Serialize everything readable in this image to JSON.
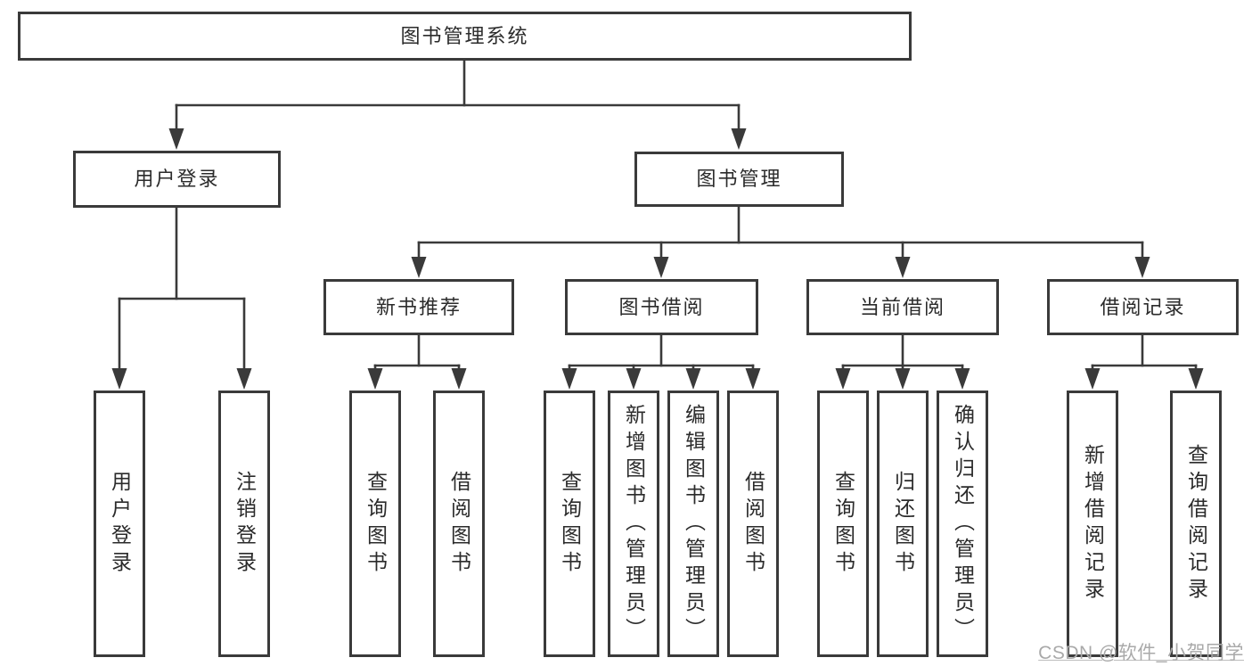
{
  "diagram": {
    "title": "图书管理系统",
    "type": "hierarchy-tree"
  },
  "nodes": [
    {
      "id": "root",
      "label": "图书管理系统",
      "parent": null
    },
    {
      "id": "user-login",
      "label": "用户登录",
      "parent": "root"
    },
    {
      "id": "book-mgmt",
      "label": "图书管理",
      "parent": "root"
    },
    {
      "id": "new-book-rec",
      "label": "新书推荐",
      "parent": "book-mgmt"
    },
    {
      "id": "book-borrow",
      "label": "图书借阅",
      "parent": "book-mgmt"
    },
    {
      "id": "current-borrow",
      "label": "当前借阅",
      "parent": "book-mgmt"
    },
    {
      "id": "borrow-records",
      "label": "借阅记录",
      "parent": "book-mgmt"
    },
    {
      "id": "leaf-user-login",
      "label": "用户登录",
      "parent": "user-login"
    },
    {
      "id": "leaf-logout",
      "label": "注销登录",
      "parent": "user-login"
    },
    {
      "id": "nbr-query",
      "label": "查询图书",
      "parent": "new-book-rec"
    },
    {
      "id": "nbr-borrow",
      "label": "借阅图书",
      "parent": "new-book-rec"
    },
    {
      "id": "bb-query",
      "label": "查询图书",
      "parent": "book-borrow"
    },
    {
      "id": "bb-add",
      "label": "新增图书（管理员）",
      "parent": "book-borrow"
    },
    {
      "id": "bb-edit",
      "label": "编辑图书（管理员）",
      "parent": "book-borrow"
    },
    {
      "id": "bb-borrow",
      "label": "借阅图书",
      "parent": "book-borrow"
    },
    {
      "id": "cb-query",
      "label": "查询图书",
      "parent": "current-borrow"
    },
    {
      "id": "cb-return",
      "label": "归还图书",
      "parent": "current-borrow"
    },
    {
      "id": "cb-confirm",
      "label": "确认归还（管理员）",
      "parent": "current-borrow"
    },
    {
      "id": "br-add",
      "label": "新增借阅记录",
      "parent": "borrow-records"
    },
    {
      "id": "br-query",
      "label": "查询借阅记录",
      "parent": "borrow-records"
    }
  ],
  "watermark": "CSDN @软件_小贺同学",
  "colors": {
    "line": "#3a3a3a",
    "text": "#2b2b2b",
    "background": "#ffffff",
    "watermark": "#a9a9a9"
  }
}
